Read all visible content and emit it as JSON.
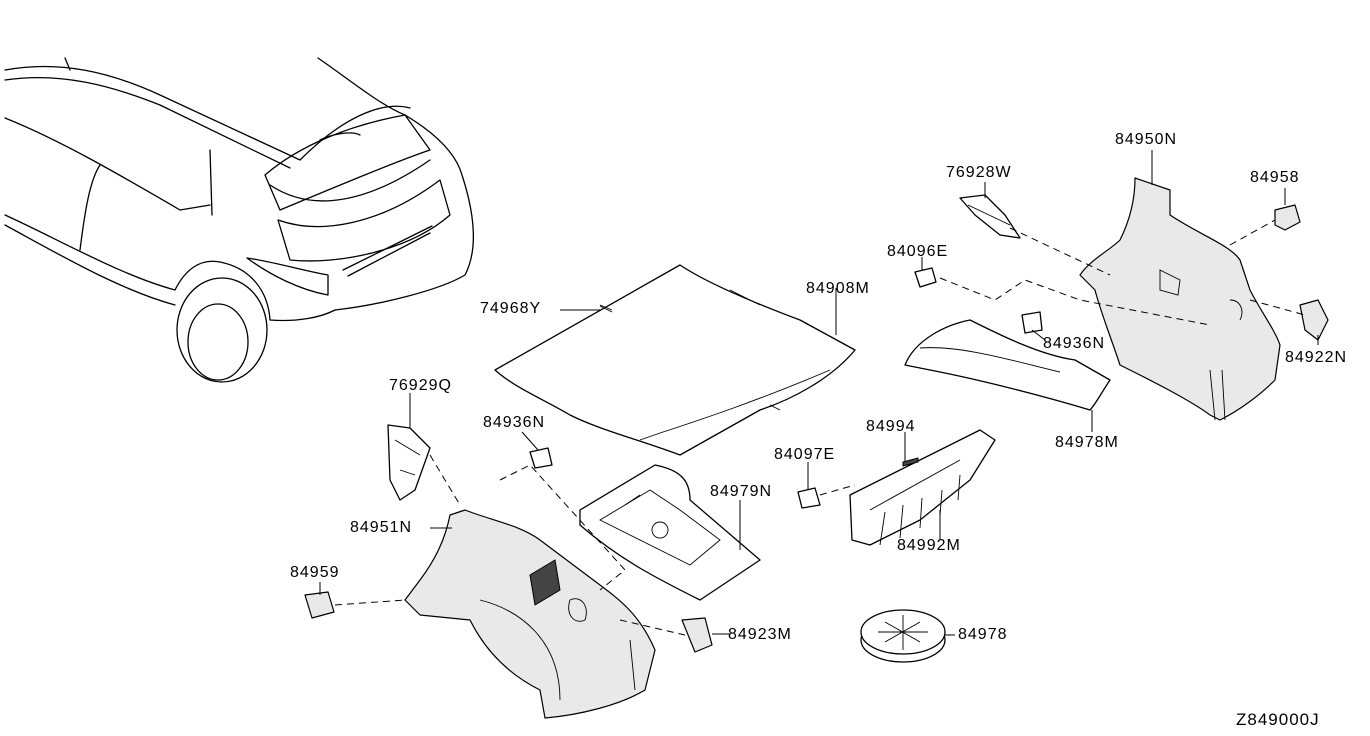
{
  "labels": {
    "p84950N": "84950N",
    "p76928W": "76928W",
    "p84958": "84958",
    "p84096E": "84096E",
    "p84908M": "84908M",
    "p74968Y": "74968Y",
    "p84936N_right": "84936N",
    "p84922N": "84922N",
    "p76929Q": "76929Q",
    "p84936N_left": "84936N",
    "p84978M": "84978M",
    "p84994": "84994",
    "p84097E": "84097E",
    "p84979N": "84979N",
    "p84951N": "84951N",
    "p84992M": "84992M",
    "p84959": "84959",
    "p84923M": "84923M",
    "p84978": "84978"
  },
  "diagram_code": "Z849000J",
  "colors": {
    "line": "#000000",
    "background": "#ffffff",
    "panel_fill": "#e9e9e9"
  }
}
